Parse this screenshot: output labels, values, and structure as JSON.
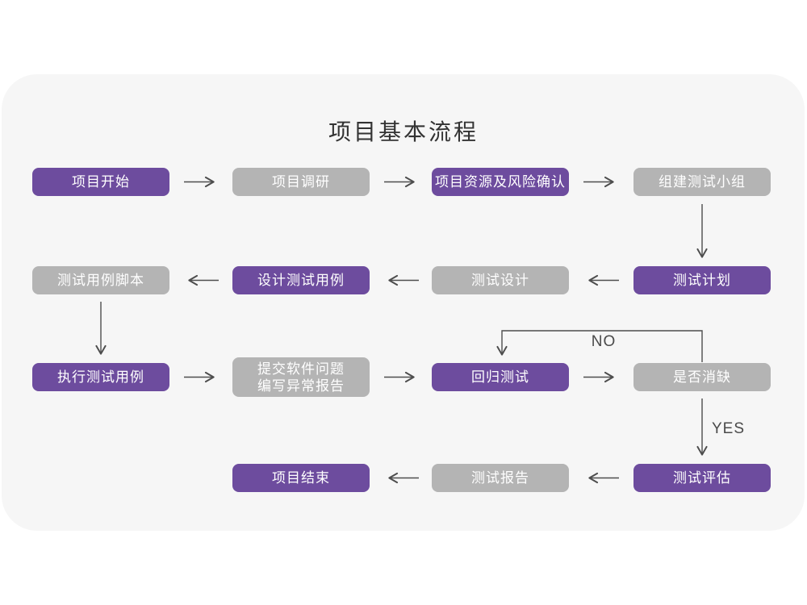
{
  "title": "项目基本流程",
  "colors": {
    "node_purple": "#6d4c9e",
    "node_gray": "#b4b4b4",
    "node_text": "#ffffff",
    "card_background": "#f6f6f6",
    "arrow": "#4d4d4d",
    "title_text": "#333333"
  },
  "edge_labels": {
    "no": "NO",
    "yes": "YES"
  },
  "nodes": [
    {
      "id": "project-start",
      "label": "项目开始",
      "variant": "purple"
    },
    {
      "id": "project-research",
      "label": "项目调研",
      "variant": "gray"
    },
    {
      "id": "resources-risk",
      "label": "项目资源及风险确认",
      "variant": "purple"
    },
    {
      "id": "build-test-team",
      "label": "组建测试小组",
      "variant": "gray"
    },
    {
      "id": "test-plan",
      "label": "测试计划",
      "variant": "purple"
    },
    {
      "id": "test-design",
      "label": "测试设计",
      "variant": "gray"
    },
    {
      "id": "design-test-cases",
      "label": "设计测试用例",
      "variant": "purple"
    },
    {
      "id": "test-case-script",
      "label": "测试用例脚本",
      "variant": "gray"
    },
    {
      "id": "execute-test-cases",
      "label": "执行测试用例",
      "variant": "purple"
    },
    {
      "id": "submit-issue-report",
      "label": "提交软件问题",
      "label2": "编写异常报告",
      "variant": "gray"
    },
    {
      "id": "regression-test",
      "label": "回归测试",
      "variant": "purple"
    },
    {
      "id": "defect-cleared",
      "label": "是否消缺",
      "variant": "gray"
    },
    {
      "id": "test-evaluation",
      "label": "测试评估",
      "variant": "purple"
    },
    {
      "id": "test-report",
      "label": "测试报告",
      "variant": "gray"
    },
    {
      "id": "project-end",
      "label": "项目结束",
      "variant": "purple"
    }
  ]
}
